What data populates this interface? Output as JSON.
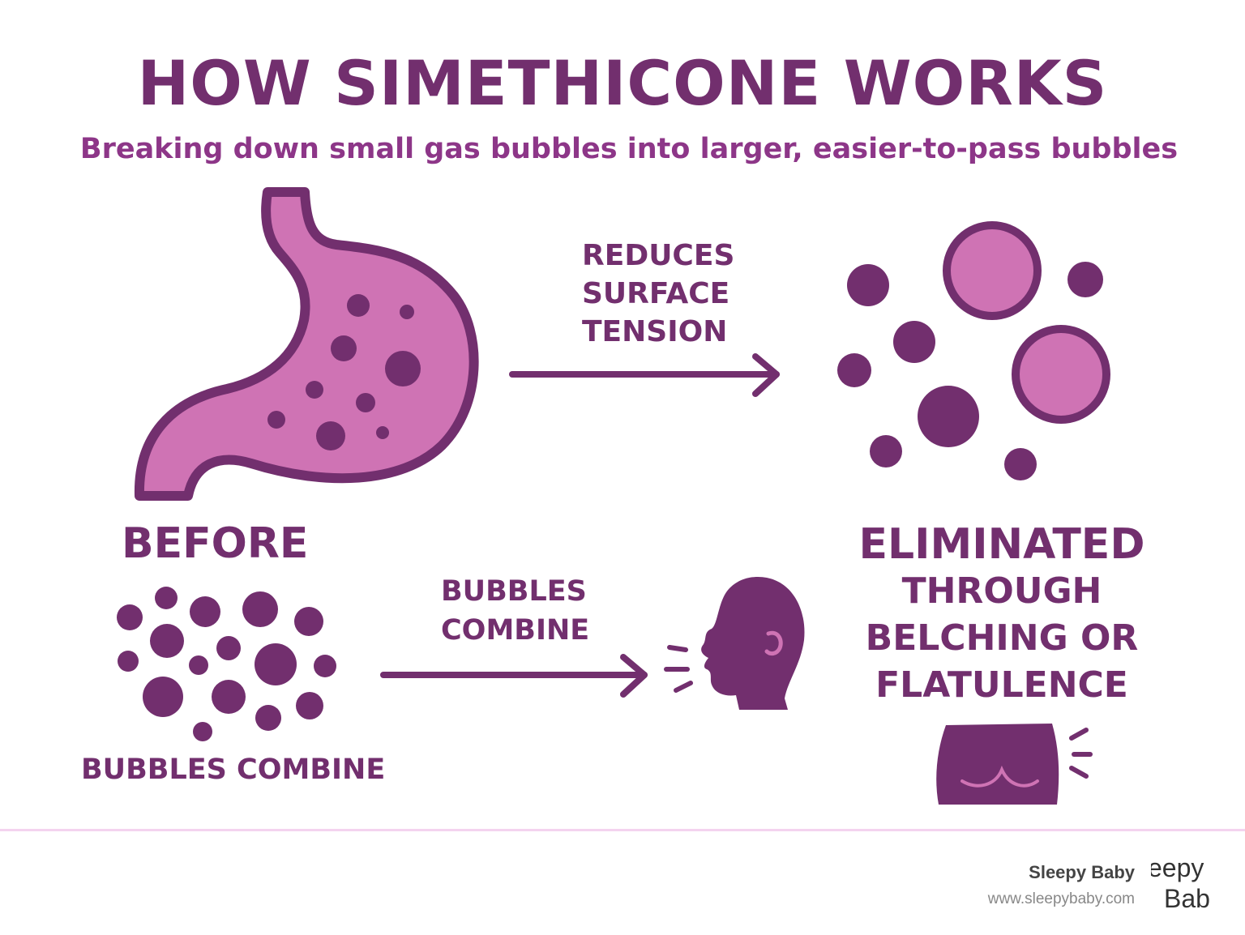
{
  "title": "HOW SIMETHICONE WORKS",
  "subtitle": "Breaking down small gas bubbles into larger, easier-to-pass bubbles",
  "labels": {
    "reduces": [
      "REDUCES",
      "SURFACE",
      "TENSION"
    ],
    "before": "BEFORE",
    "bubbles_combine_mid": [
      "BUBBLES",
      "COMBINE"
    ],
    "bubbles_combine_bottom": "BUBBLES COMBINE",
    "eliminated": [
      "ELIMINATED",
      "THROUGH",
      "BELCHING OR",
      "FLATULENCE"
    ]
  },
  "footer": {
    "brand": "Sleepy Baby",
    "url": "www.sleepybaby.com",
    "logo_line1": "eepy",
    "logo_line2": "Bab"
  },
  "colors": {
    "dark": "#722f6e",
    "pink": "#cf73b4",
    "accent": "#8d3688"
  },
  "icons": [
    "stomach-icon",
    "arrow-right-icon",
    "bubble-icon",
    "head-belching-icon",
    "buttocks-icon"
  ]
}
